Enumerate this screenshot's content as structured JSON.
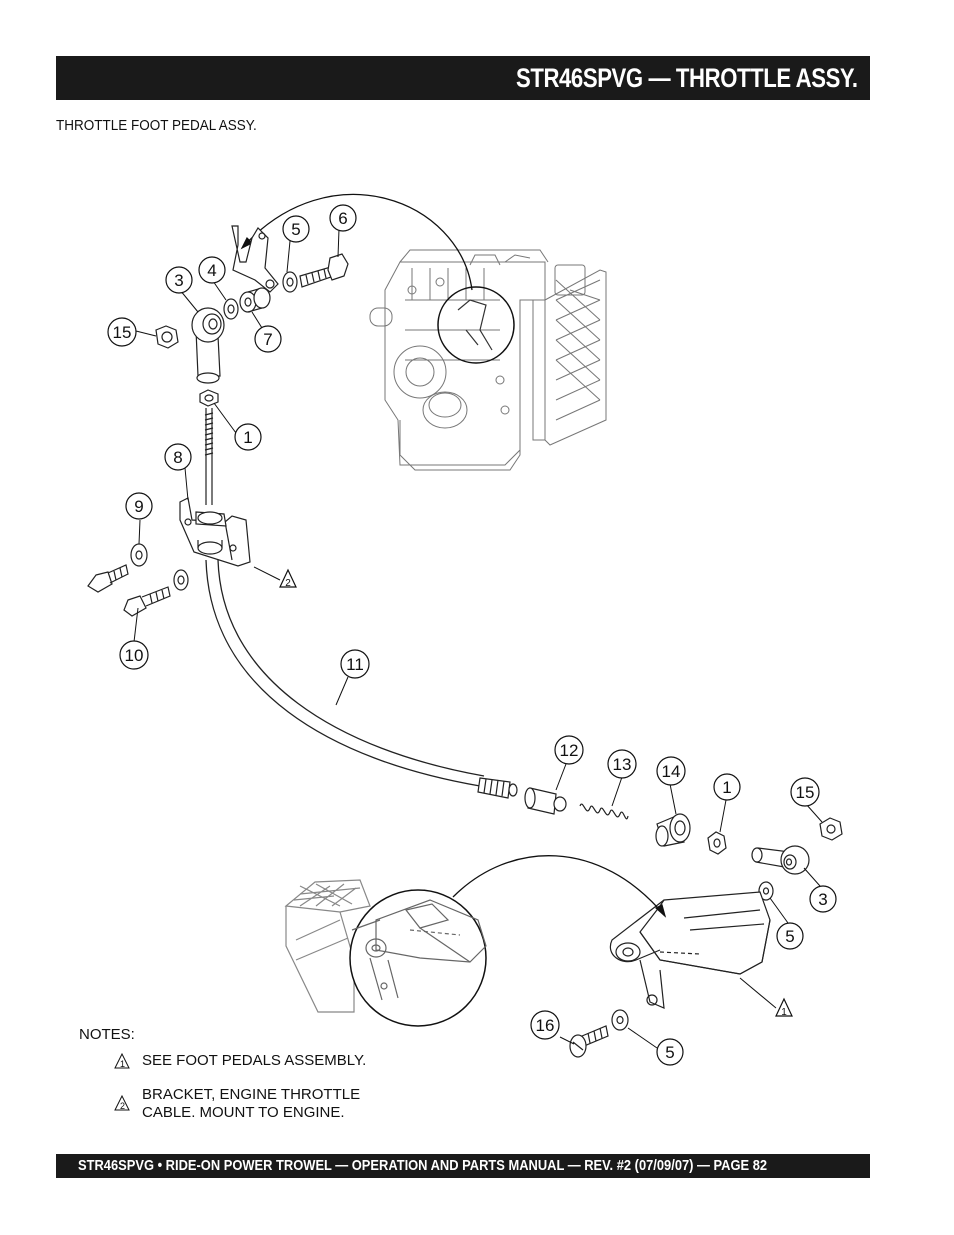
{
  "header": {
    "title": "STR46SPVG — THROTTLE  ASSY."
  },
  "section": {
    "subtitle": "THROTTLE FOOT PEDAL ASSY."
  },
  "callouts": [
    "1",
    "2",
    "3",
    "4",
    "5",
    "6",
    "7",
    "8",
    "9",
    "10",
    "11",
    "12",
    "13",
    "14",
    "15",
    "16"
  ],
  "diagram": {
    "callout_labels": {
      "c3a": "3",
      "c4": "4",
      "c5a": "5",
      "c6": "6",
      "c7": "7",
      "c15a": "15",
      "c1a": "1",
      "c8": "8",
      "c9": "9",
      "c10": "10",
      "c11": "11",
      "c12": "12",
      "c13": "13",
      "c14": "14",
      "c1b": "1",
      "c15b": "15",
      "c3b": "3",
      "c5b": "5",
      "c16": "16",
      "c5c": "5"
    },
    "note_markers": {
      "m2": "2",
      "m1": "1"
    }
  },
  "notes": {
    "heading": "NOTES:",
    "items": [
      {
        "marker": "1",
        "text": "SEE FOOT PEDALS ASSEMBLY."
      },
      {
        "marker": "2",
        "line1": "BRACKET, ENGINE THROTTLE",
        "line2": "CABLE. MOUNT TO ENGINE."
      }
    ]
  },
  "footer": {
    "text": "STR46SPVG • RIDE-ON POWER TROWEL — OPERATION AND PARTS MANUAL — REV. #2 (07/09/07) — PAGE 82"
  }
}
